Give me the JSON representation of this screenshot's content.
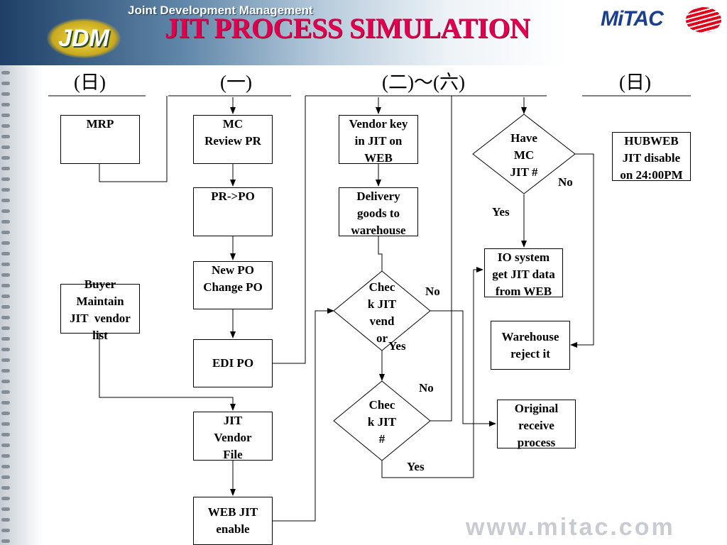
{
  "header": {
    "banner_tagline": "Joint Development Management",
    "logo_text": "JDM",
    "title": "JIT PROCESS SIMULATION",
    "brand": "MiTAC"
  },
  "timeline": [
    "(日)",
    "(一)",
    "(二)～(六)",
    "(日)"
  ],
  "nodes": {
    "mrp": "MRP",
    "mc_review_pr": "MC\nReview PR",
    "pr_po": "PR->PO",
    "new_change_po": "New PO\nChange PO",
    "edi_po": "EDI PO",
    "jit_vendor_file": "JIT\nVendor\nFile",
    "web_jit_enable": "WEB JIT\nenable",
    "buyer_maintain": "Buyer\nMaintain\nJIT  vendor\nlist",
    "vendor_key_in": "Vendor key\nin JIT on\nWEB",
    "delivery_goods": "Delivery\ngoods to\nwarehouse",
    "check_jit_vendor": "Chec\nk JIT\nvend\nor",
    "check_jit_no": "Chec\nk JIT\n#",
    "have_mc_jit": "Have\nMC\nJIT #",
    "hubweb_disable": "HUBWEB\nJIT disable\non 24:00PM",
    "io_system": "IO system\nget JIT data\nfrom WEB",
    "warehouse_reject": "Warehouse\nreject it",
    "original_receive": "Original\nreceive\nprocess"
  },
  "labels": {
    "no": "No",
    "yes": "Yes"
  },
  "footer": {
    "website": "www.mitac.com"
  },
  "colors": {
    "title": "#e0004d",
    "brand": "#1a3f8f",
    "line": "#000000"
  }
}
